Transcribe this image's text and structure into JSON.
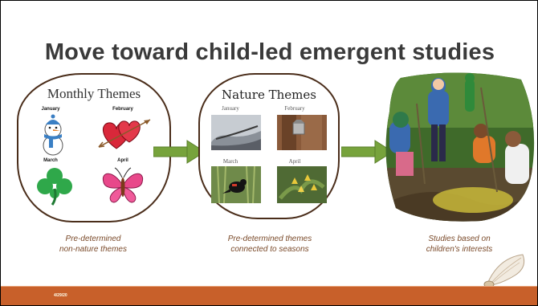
{
  "slide": {
    "title": "Move toward child-led emergent studies",
    "footer_date": "4/29/20",
    "colors": {
      "accent": "#c8602a",
      "arrow": "#77a33c",
      "caption": "#7a4a2a",
      "outline": "#4a2d1a"
    }
  },
  "panel_monthly": {
    "title": "Monthly Themes",
    "months": [
      "January",
      "February",
      "March",
      "April"
    ],
    "icons": [
      "snowman-icon",
      "hearts-icon",
      "shamrock-icon",
      "butterfly-icon"
    ],
    "caption_line1": "Pre-determined",
    "caption_line2": "non-nature themes"
  },
  "panel_nature": {
    "title": "Nature Themes",
    "months": [
      "January",
      "February",
      "March",
      "April"
    ],
    "caption_line1": "Pre-determined themes",
    "caption_line2": "connected to seasons"
  },
  "panel_children": {
    "caption_line1": "Studies based on",
    "caption_line2": "children's interests"
  }
}
